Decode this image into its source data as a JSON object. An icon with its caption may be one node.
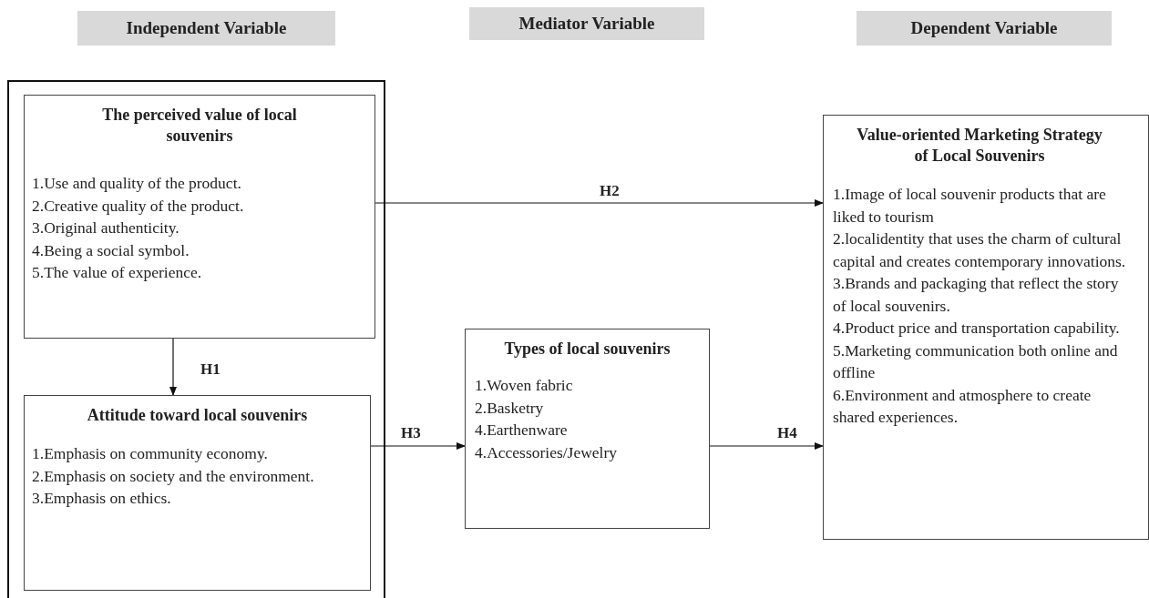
{
  "diagram": {
    "nodes": [
      {
        "text": [
          "Independent Variable"
        ]
      },
      {
        "text": [
          "Mediator Variable"
        ]
      },
      {
        "text": [
          "Dependent Variable"
        ]
      },
      {
        "text": [],
        "shape": "box"
      },
      {
        "text": [
          "The perceived value of local souvenirs",
          "1.Use and quality of the product.",
          "2.Creative quality of the product.",
          "3.Original authenticity.",
          "4.Being a social symbol.",
          "5.The value of experience."
        ],
        "in": 3
      },
      {
        "text": [
          "Attitude toward local souvenirs",
          "1.Emphasis on community economy.",
          "2.Emphasis on society and the environment.",
          "3.Emphasis on ethics."
        ],
        "in": 3
      },
      {
        "text": [
          "Types of local souvenirs",
          "1.Woven fabric",
          "2.Basketry",
          "4.Earthenware",
          "4.Accessories/Jewelry"
        ]
      },
      {
        "text": [
          "Value-oriented Marketing Strategy of Local Souvenirs",
          "1.Image of local souvenir products that are liked to tourism",
          "2.localidentity that uses the charm of cultural capital and creates contemporary innovations.",
          "3.Brands and packaging that reflect the story of local souvenirs.",
          "4.Product price and transportation capability.",
          "5.Marketing communication both online and offline",
          "6.Environment and atmosphere to create shared experiences."
        ]
      }
    ],
    "edges": [
      {
        "from": 4,
        "to": 5,
        "arrow": "to",
        "label": "H1"
      },
      {
        "from": 4,
        "to": 7,
        "arrow": "to",
        "label": "H2"
      },
      {
        "from": 5,
        "to": 6,
        "arrow": "to",
        "label": "H3"
      },
      {
        "from": 6,
        "to": 7,
        "arrow": "to",
        "label": "H4"
      }
    ]
  }
}
